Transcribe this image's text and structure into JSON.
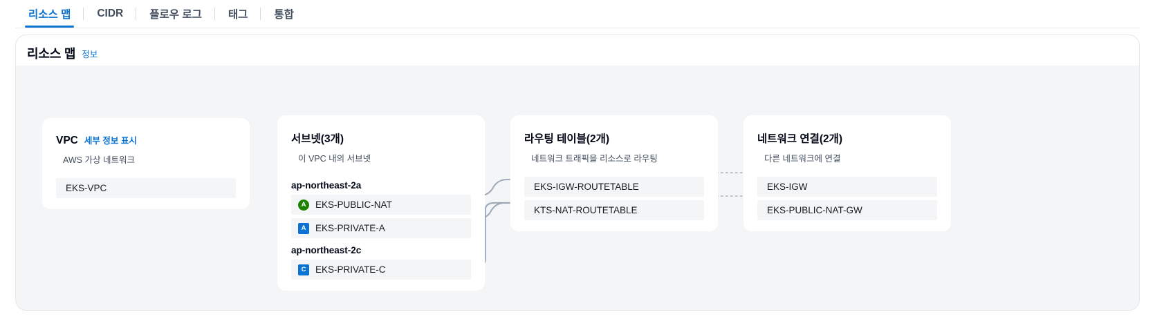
{
  "tabs": [
    {
      "label": "리소스 맵",
      "active": true
    },
    {
      "label": "CIDR",
      "active": false
    },
    {
      "label": "플로우 로그",
      "active": false
    },
    {
      "label": "태그",
      "active": false
    },
    {
      "label": "통합",
      "active": false
    }
  ],
  "panel": {
    "title": "리소스 맵",
    "info_label": "정보"
  },
  "cards": {
    "vpc": {
      "title": "VPC",
      "link": "세부 정보 표시",
      "subtitle": "AWS 가상 네트워크",
      "items": [
        {
          "label": "EKS-VPC"
        }
      ]
    },
    "subnets": {
      "title": "서브넷(3개)",
      "subtitle": "이 VPC 내의 서브넷",
      "groups": [
        {
          "az": "ap-northeast-2a",
          "items": [
            {
              "label": "EKS-PUBLIC-NAT",
              "badge": "A",
              "badge_style": "green"
            },
            {
              "label": "EKS-PRIVATE-A",
              "badge": "A",
              "badge_style": "blue"
            }
          ]
        },
        {
          "az": "ap-northeast-2c",
          "items": [
            {
              "label": "EKS-PRIVATE-C",
              "badge": "C",
              "badge_style": "blue"
            }
          ]
        }
      ]
    },
    "route_tables": {
      "title": "라우팅 테이블(2개)",
      "subtitle": "네트워크 트래픽을 리소스로 라우팅",
      "items": [
        {
          "label": "EKS-IGW-ROUTETABLE"
        },
        {
          "label": "KTS-NAT-ROUTETABLE"
        }
      ]
    },
    "network_connections": {
      "title": "네트워크 연결(2개)",
      "subtitle": "다른 네트워크에 연결",
      "items": [
        {
          "label": "EKS-IGW"
        },
        {
          "label": "EKS-PUBLIC-NAT-GW"
        }
      ]
    }
  },
  "colors": {
    "accent": "#0972d3",
    "canvas": "#f4f5f6",
    "row": "#f4f5f6",
    "public_badge": "#1d8102",
    "private_badge": "#0972d3",
    "wire": "#9ba7b6"
  }
}
